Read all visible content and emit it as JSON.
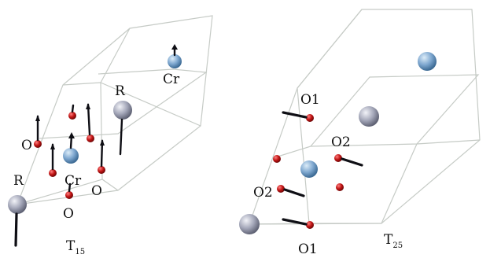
{
  "colors": {
    "frame": "#c6cbc6",
    "r_atom": "#a4a7b9",
    "cr_atom": "#7fa8d0",
    "o_atom": "#c01414",
    "arrow": "#0e0e14"
  },
  "panel_left": {
    "mode_label": "T",
    "mode_subscript": "15",
    "labels": {
      "r_top": "R",
      "cr_top": "Cr",
      "o_left": "O",
      "cr_mid": "Cr",
      "r_bottom": "R",
      "o_right": "O",
      "o_bottom": "O"
    }
  },
  "panel_right": {
    "mode_label": "T",
    "mode_subscript": "25",
    "labels": {
      "o1_top": "O1",
      "o2_mid": "O2",
      "o2_left": "O2",
      "o1_bottom": "O1"
    }
  }
}
